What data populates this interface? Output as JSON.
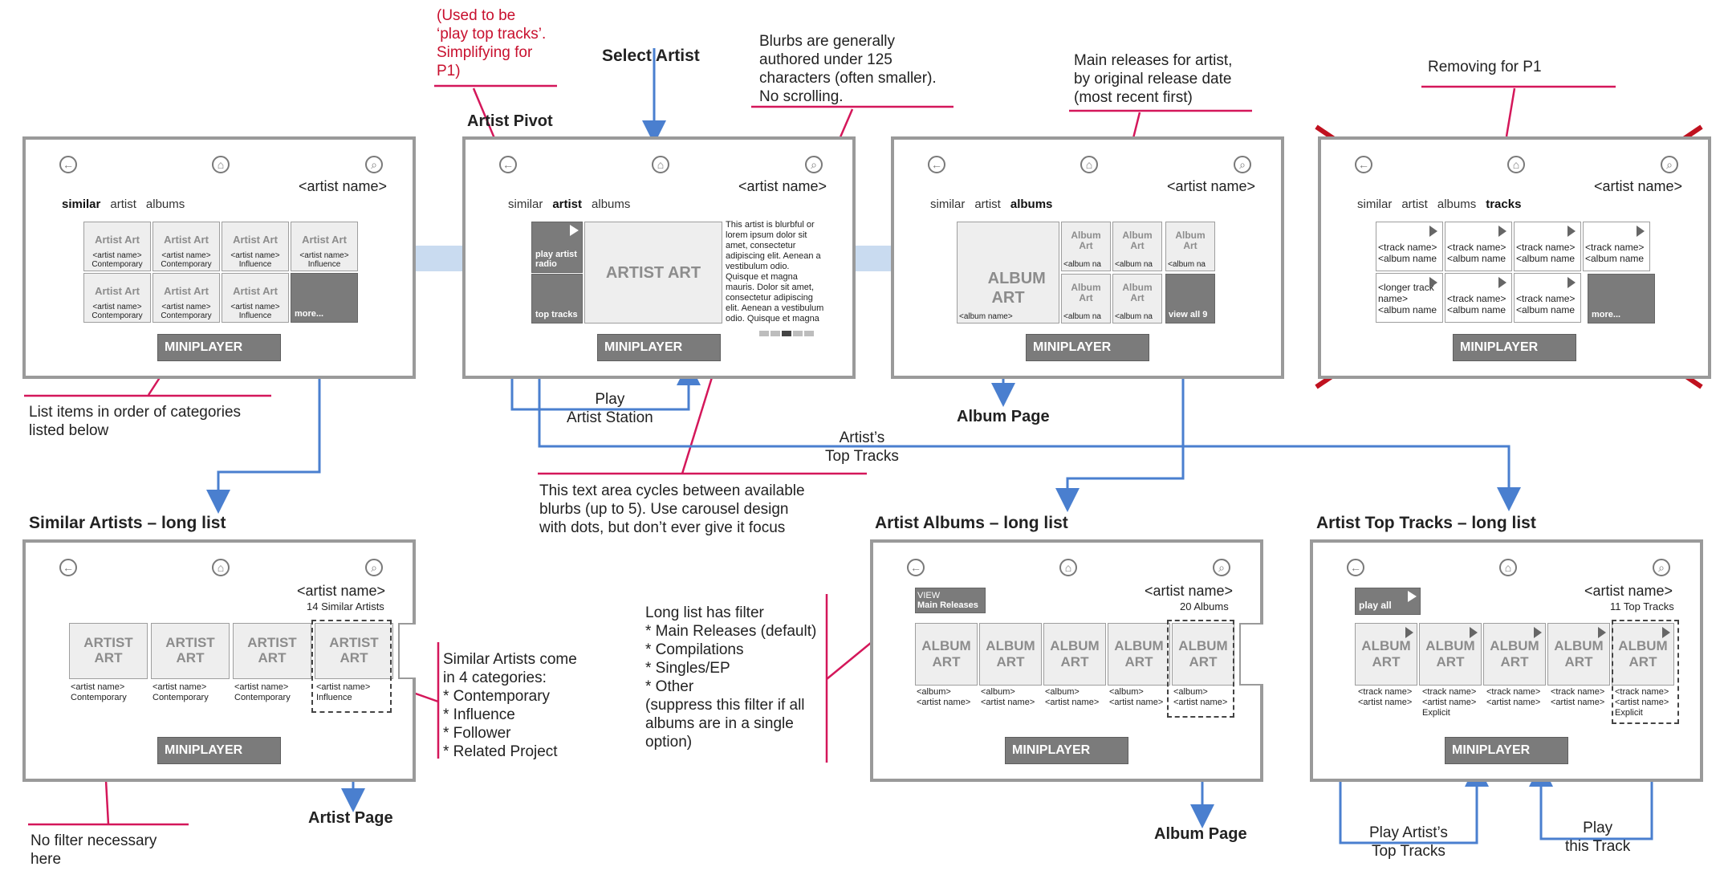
{
  "labels": {
    "select_artist": "Select Artist",
    "artist_pivot": "Artist Pivot",
    "album_page": "Album Page",
    "album_page_2": "Album Page",
    "artist_page": "Artist Page",
    "similar_long": "Similar Artists – long list",
    "albums_long": "Artist Albums – long list",
    "tracks_long": "Artist Top Tracks – long list"
  },
  "notes": {
    "used_to_be": "(Used to be\n‘play top tracks’.\nSimplifying for\nP1)",
    "blurbs": "Blurbs are generally\nauthored under 125\ncharacters (often smaller).\nNo scrolling.",
    "main_releases": "Main releases for artist,\nby original release date\n(most recent first)",
    "removing": "Removing for P1",
    "list_items": "List items in order of categories\nlisted below",
    "play_station": "Play\nArtist Station",
    "top_tracks": "Artist’s\nTop Tracks",
    "text_area": "This text area cycles between available\nblurbs (up to 5). Use carousel design\nwith dots, but don’t ever give it focus",
    "similar_categories": "Similar Artists come\nin 4 categories:\n* Contemporary\n* Influence\n* Follower\n* Related Project",
    "filter": "Long list has filter\n* Main Releases (default)\n* Compilations\n* Singles/EP\n* Other\n(suppress this filter if all\nalbums are in a single\noption)",
    "no_filter": "No filter necessary\nhere",
    "play_top_tracks": "Play Artist’s\nTop Tracks",
    "play_track": "Play\nthis Track"
  },
  "common": {
    "artist_name": "<artist name>",
    "miniplayer": "MINIPLAYER",
    "similar": "similar",
    "artist": "artist",
    "albums": "albums",
    "tracks": "tracks"
  },
  "screen1": {
    "tiles": [
      {
        "art": "Artist Art",
        "name": "<artist name>",
        "cat": "Contemporary"
      },
      {
        "art": "Artist Art",
        "name": "<artist name>",
        "cat": "Contemporary"
      },
      {
        "art": "Artist Art",
        "name": "<artist name>",
        "cat": "Influence"
      },
      {
        "art": "Artist Art",
        "name": "<artist name>",
        "cat": "Influence"
      },
      {
        "art": "Artist Art",
        "name": "<artist name>",
        "cat": "Contemporary"
      },
      {
        "art": "Artist Art",
        "name": "<artist name>",
        "cat": "Contemporary"
      },
      {
        "art": "Artist Art",
        "name": "<artist name>",
        "cat": "Influence"
      }
    ],
    "more": "more..."
  },
  "screen2": {
    "play_artist_radio": "play artist\nradio",
    "top_tracks": "top tracks",
    "artist_art": "ARTIST ART",
    "blurb": "This artist is blurbful or\nlorem ipsum dolor sit\namet, consectetur\nadipiscing elit. Aenean a\nvestibulum odio.\nQuisque et magna\nmauris. Dolor sit amet,\nconsectetur adipiscing\nelit. Aenean a vestibulum\nodio. Quisque et magna"
  },
  "screen3": {
    "album_art": "ALBUM\nART",
    "album_name": "<album name>",
    "small_art": "Album\nArt",
    "small_name": "<album na",
    "view_all": "view all 9"
  },
  "screen4": {
    "tracks": [
      {
        "t": "<track name>",
        "a": "<album name"
      },
      {
        "t": "<track name>",
        "a": "<album name"
      },
      {
        "t": "<track name>",
        "a": "<album name"
      },
      {
        "t": "<track name>",
        "a": "<album name"
      },
      {
        "t": "<longer track\nname>",
        "a": "<album name"
      },
      {
        "t": "<track name>",
        "a": "<album name"
      },
      {
        "t": "<track name>",
        "a": "<album name"
      }
    ],
    "more": "more..."
  },
  "screen5": {
    "count": "14 Similar Artists",
    "art": "ARTIST\nART",
    "items": [
      {
        "name": "<artist name>",
        "cat": "Contemporary"
      },
      {
        "name": "<artist name>",
        "cat": "Contemporary"
      },
      {
        "name": "<artist name>",
        "cat": "Contemporary"
      },
      {
        "name": "<artist name>",
        "cat": "Influence"
      }
    ]
  },
  "screen6": {
    "count": "20 Albums",
    "view": "VIEW",
    "main_releases": "Main Releases",
    "art": "ALBUM\nART",
    "album": "<album>",
    "artist": "<artist name>"
  },
  "screen7": {
    "count": "11 Top Tracks",
    "play_all": "play all",
    "art": "ALBUM\nART",
    "track": "<track name>",
    "artist": "<artist name>",
    "explicit": "Explicit"
  }
}
